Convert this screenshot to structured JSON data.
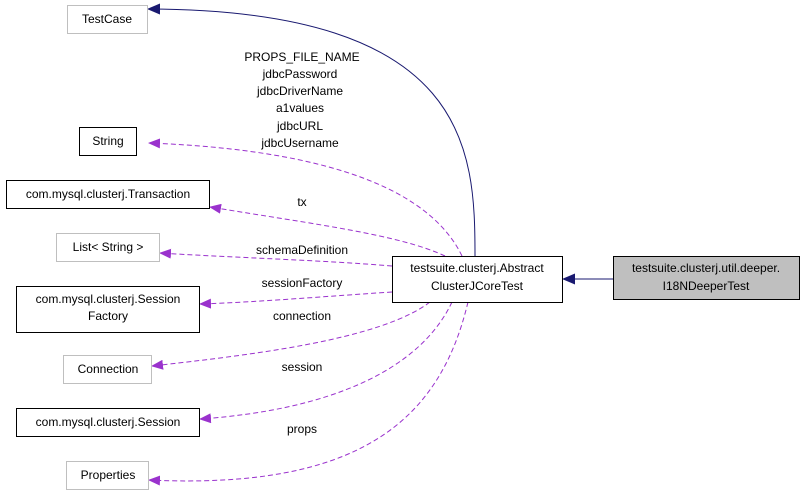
{
  "diagram": {
    "nodes": {
      "testcase": "TestCase",
      "string": "String",
      "transaction": "com.mysql.clusterj.Transaction",
      "list_string": "List< String >",
      "session_factory": [
        "com.mysql.clusterj.Session",
        "Factory"
      ],
      "connection": "Connection",
      "session": "com.mysql.clusterj.Session",
      "properties": "Properties",
      "abstract_core_test": [
        "testsuite.clusterj.Abstract",
        "ClusterJCoreTest"
      ],
      "i18n_deeper_test": [
        "testsuite.clusterj.util.deeper.",
        "I18NDeeperTest"
      ]
    },
    "edge_labels": {
      "string_fields": [
        "PROPS_FILE_NAME",
        "jdbcPassword",
        "jdbcDriverName",
        "a1values",
        "jdbcURL",
        "jdbcUsername"
      ],
      "tx": "tx",
      "schema_definition": "schemaDefinition",
      "session_factory": "sessionFactory",
      "connection": "connection",
      "session": "session",
      "props": "props"
    },
    "colors": {
      "usage_edge": "#9a32cd",
      "inheritance_edge": "#191970",
      "external_class_border": "#bfbfbf",
      "class_border": "#000000",
      "selected_fill": "#bfbfbf"
    }
  }
}
